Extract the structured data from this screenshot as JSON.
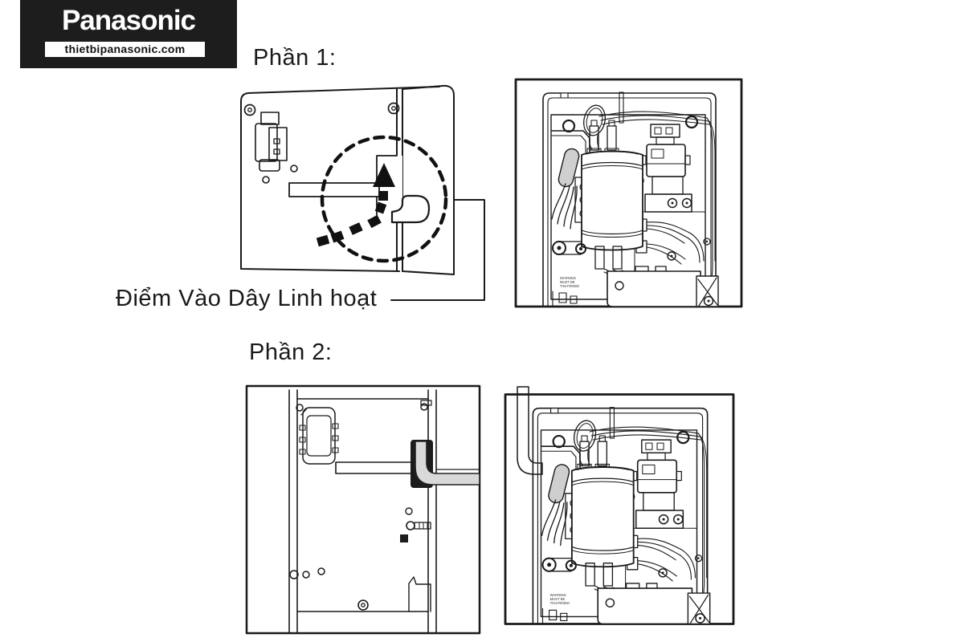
{
  "logo": {
    "brand": "Panasonic",
    "site": "thietbipanasonic.com"
  },
  "sections": {
    "part1_label": "Phần 1:",
    "part2_label": "Phần 2:"
  },
  "annotation": {
    "flexible_entry_label": "Điểm Vào Dây Linh hoạt"
  },
  "diagram_notes": {
    "warning_line1": "WARNING",
    "warning_line2": "MUST BE",
    "warning_line3": "TIGHTENED"
  },
  "colors": {
    "ink": "#1a1a1a",
    "paper": "#ffffff",
    "logo_bg": "#1d1d1d",
    "cable_gray": "#d9d9d9",
    "sleeve_gray": "#cfcfcf",
    "hook_channel_dark": "#1c1c1c"
  }
}
